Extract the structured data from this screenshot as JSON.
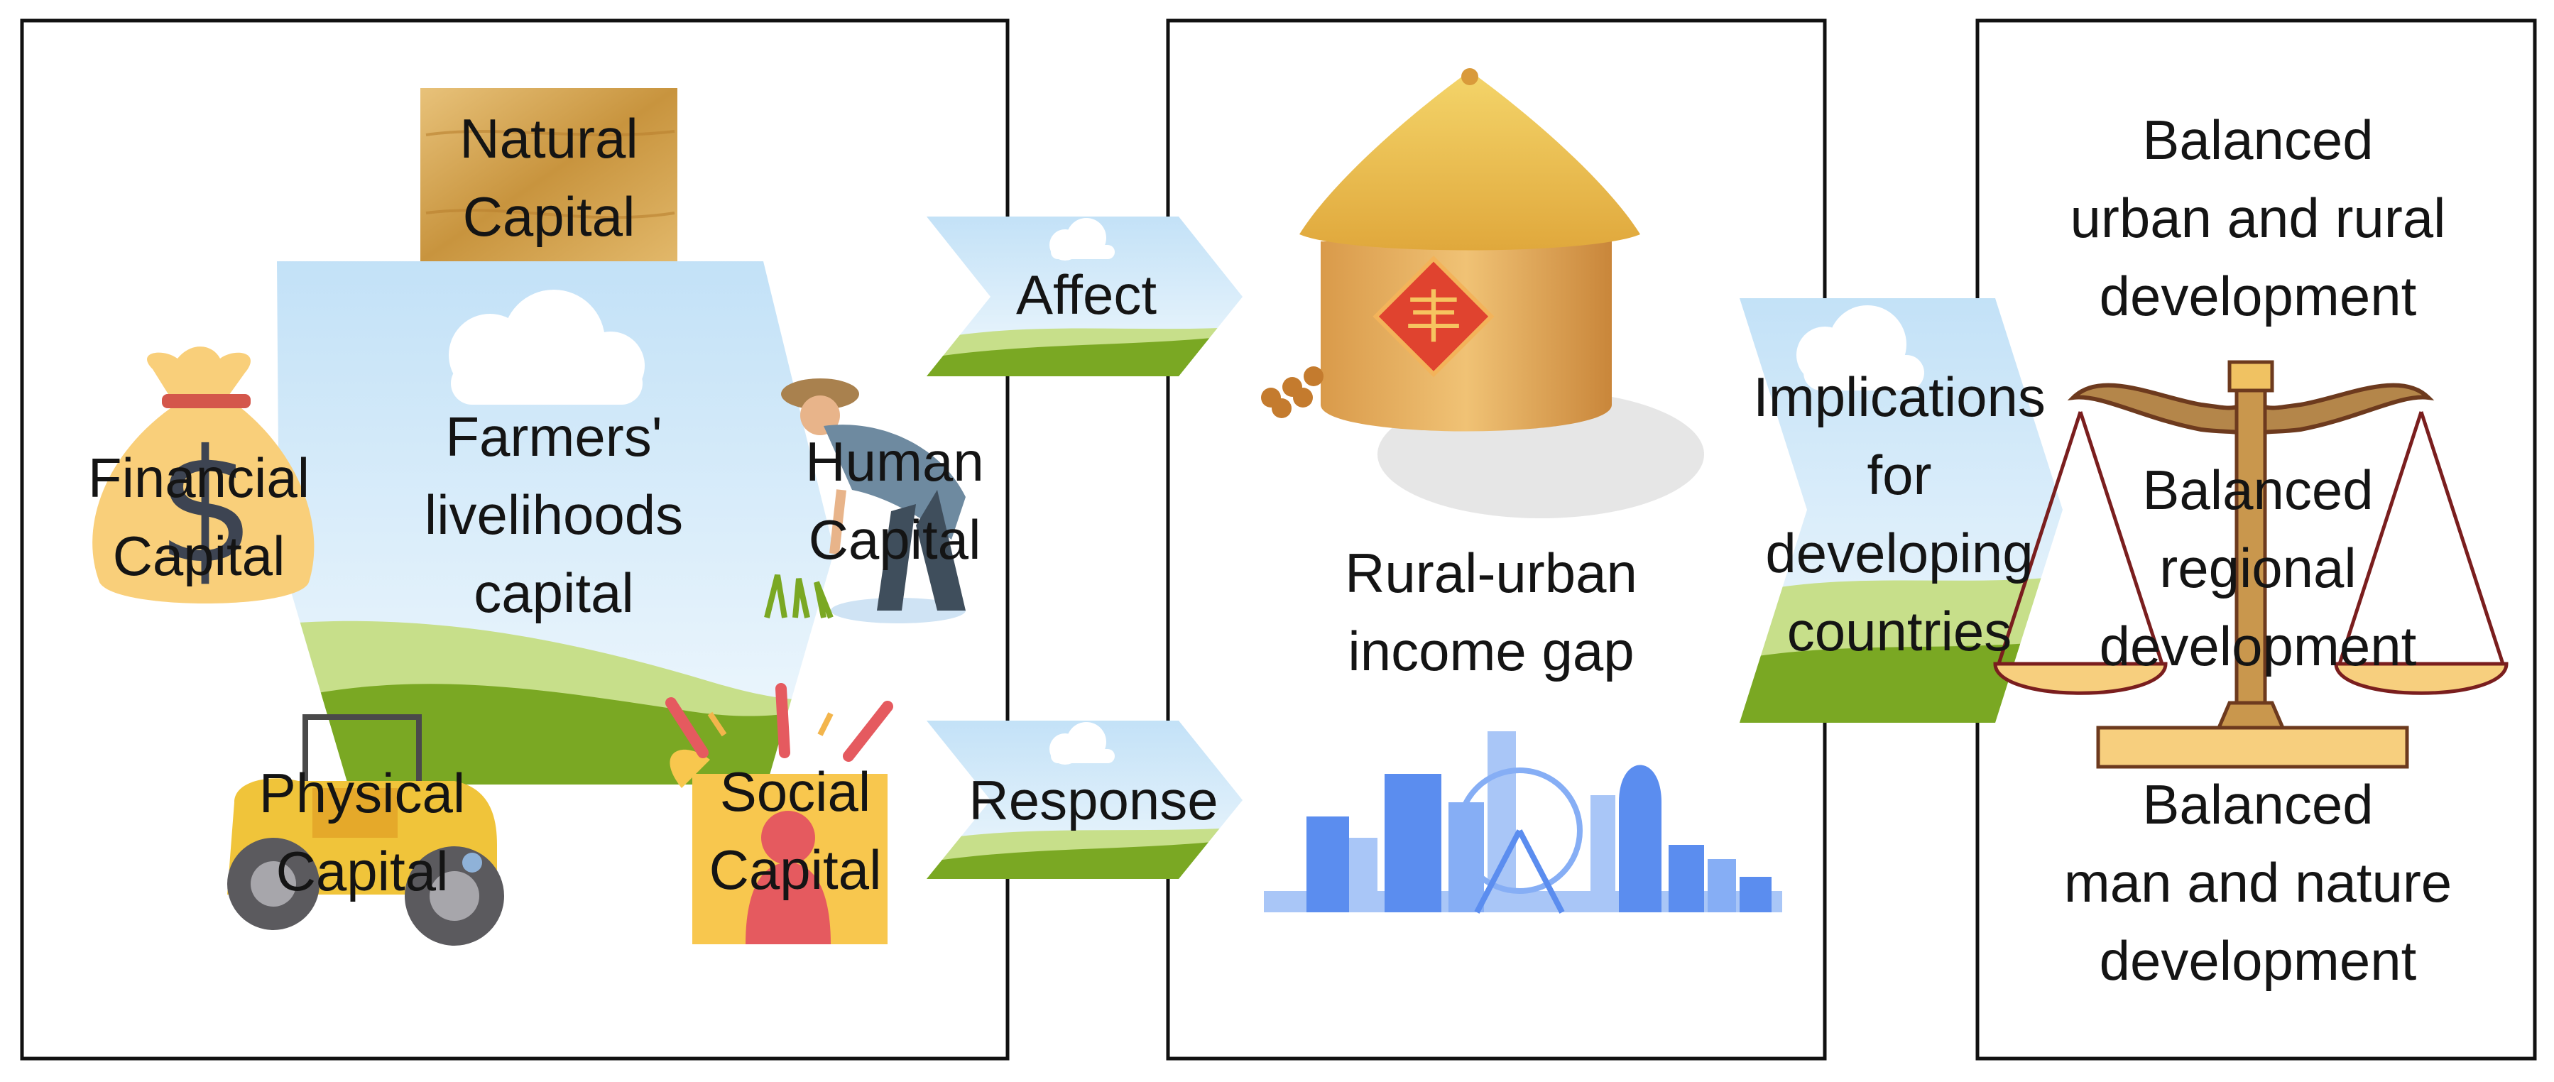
{
  "panel_left": {
    "center_label": [
      "Farmers'",
      "livelihoods",
      "capital"
    ],
    "natural": [
      "Natural",
      "Capital"
    ],
    "financial": [
      "Financial",
      "Capital"
    ],
    "human": [
      "Human",
      "Capital"
    ],
    "physical": [
      "Physical",
      "Capital"
    ],
    "social": [
      "Social",
      "Capital"
    ]
  },
  "arrows": {
    "affect": "Affect",
    "response": "Response",
    "implications": [
      "Implications",
      "for",
      "developing",
      "countries"
    ]
  },
  "panel_middle": {
    "gap_label": [
      "Rural-urban",
      "income gap"
    ],
    "door_char": "丰"
  },
  "panel_right": {
    "urban_rural": [
      "Balanced",
      "urban and rural",
      "development"
    ],
    "regional": [
      "Balanced",
      "regional",
      "development"
    ],
    "nature": [
      "Balanced",
      "man and nature",
      "development"
    ]
  },
  "colors": {
    "sky": "#cfe8f8",
    "grass_light": "#c7df8a",
    "grass_dark": "#7aa823",
    "gold": "#d9a84a",
    "city_blue": "#5b8def",
    "scale_brown": "#b4864a"
  }
}
